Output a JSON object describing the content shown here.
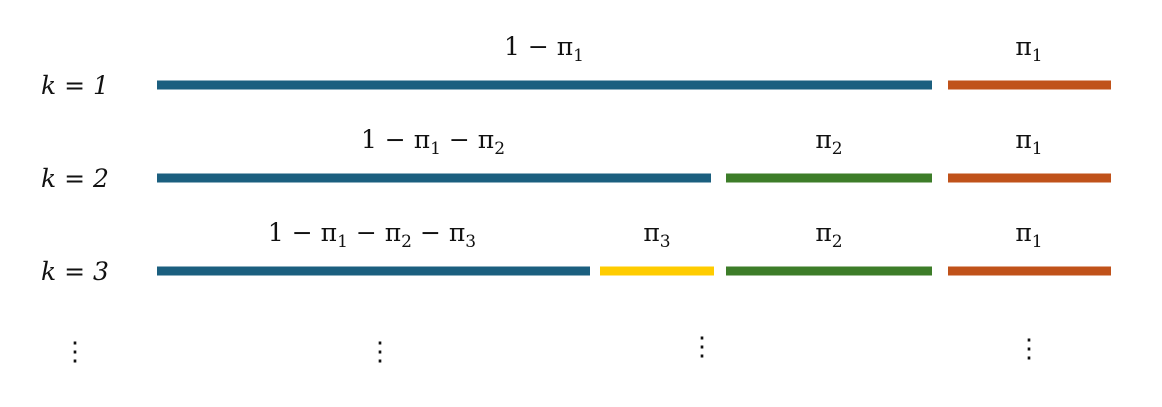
{
  "colors": {
    "blue": "#1b5f7f",
    "yellow": "#ffcc00",
    "green": "#3d7d29",
    "orange": "#c0521a"
  },
  "rows": [
    {
      "label": "k = 1",
      "segments": [
        {
          "name": "remaining",
          "color": "blue",
          "text": "1 − π",
          "terms": [
            "1 − ",
            "π:1"
          ]
        },
        {
          "name": "pi-1",
          "color": "orange",
          "terms": [
            "π:1"
          ]
        }
      ]
    },
    {
      "label": "k = 2",
      "segments": [
        {
          "name": "remaining",
          "color": "blue",
          "terms": [
            "1 − ",
            "π:1",
            " − ",
            "π:2"
          ]
        },
        {
          "name": "pi-2",
          "color": "green",
          "terms": [
            "π:2"
          ]
        },
        {
          "name": "pi-1",
          "color": "orange",
          "terms": [
            "π:1"
          ]
        }
      ]
    },
    {
      "label": "k = 3",
      "segments": [
        {
          "name": "remaining",
          "color": "blue",
          "terms": [
            "1 − ",
            "π:1",
            " − ",
            "π:2",
            " − ",
            "π:3"
          ]
        },
        {
          "name": "pi-3",
          "color": "yellow",
          "terms": [
            "π:3"
          ]
        },
        {
          "name": "pi-2",
          "color": "green",
          "terms": [
            "π:2"
          ]
        },
        {
          "name": "pi-1",
          "color": "orange",
          "terms": [
            "π:1"
          ]
        }
      ]
    }
  ],
  "continuation": "⋮"
}
